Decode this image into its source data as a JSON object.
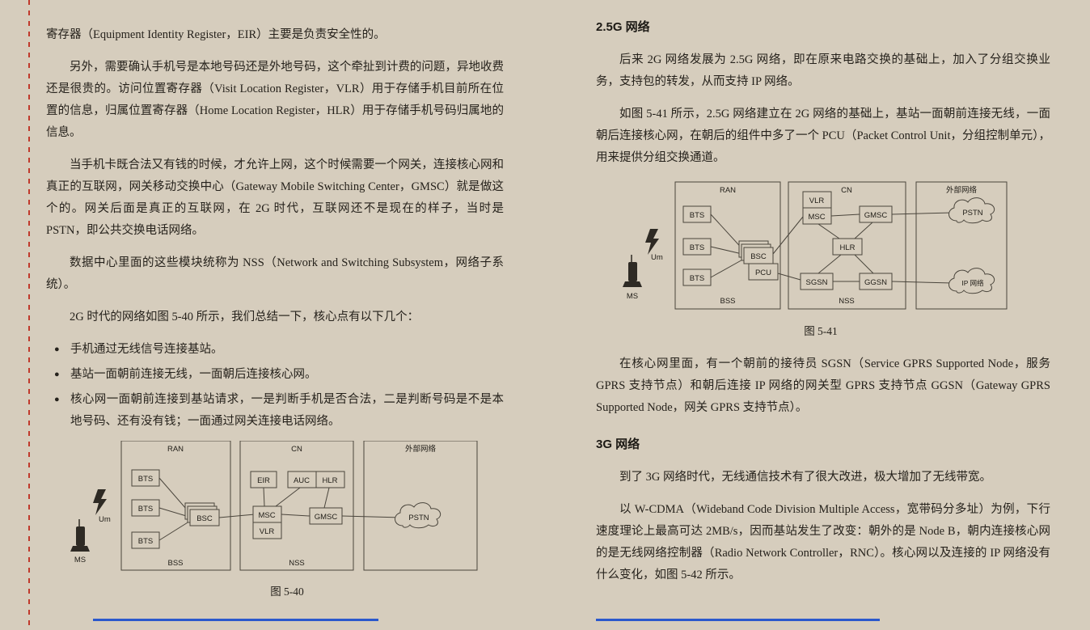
{
  "colors": {
    "page_background": "#d6cdbd",
    "progress_underline": "#2a58cc",
    "margin_guide": "#c0392b",
    "diagram_stroke": "#4a453c"
  },
  "left_page": {
    "paragraphs": [
      "寄存器（Equipment Identity Register，EIR）主要是负责安全性的。",
      "另外，需要确认手机号是本地号码还是外地号码，这个牵扯到计费的问题，异地收费还是很贵的。访问位置寄存器（Visit Location Register，VLR）用于存储手机目前所在位置的信息，归属位置寄存器（Home Location Register，HLR）用于存储手机号码归属地的信息。",
      "当手机卡既合法又有钱的时候，才允许上网，这个时候需要一个网关，连接核心网和真正的互联网，网关移动交换中心（Gateway Mobile Switching Center，GMSC）就是做这个的。网关后面是真正的互联网，在 2G 时代，互联网还不是现在的样子，当时是 PSTN，即公共交换电话网络。",
      "数据中心里面的这些模块统称为 NSS（Network and Switching Subsystem，网络子系统）。",
      "2G 时代的网络如图 5-40 所示，我们总结一下，核心点有以下几个："
    ],
    "bullet_char": "●",
    "bullets": [
      "手机通过无线信号连接基站。",
      "基站一面朝前连接无线，一面朝后连接核心网。",
      "核心网一面朝前连接到基站请求，一是判断手机是否合法，二是判断号码是不是本地号码、还有没有钱；一面通过网关连接电话网络。"
    ],
    "figure": {
      "caption": "图 5-40",
      "ran_label": "RAN",
      "cn_label": "CN",
      "ext_label": "外部网络",
      "bts": "BTS",
      "bsc": "BSC",
      "eir": "EIR",
      "auc": "AUC",
      "hlr": "HLR",
      "msc": "MSC",
      "vlr": "VLR",
      "gmsc": "GMSC",
      "pstn": "PSTN",
      "ms": "MS",
      "um": "Um",
      "bss": "BSS",
      "nss": "NSS"
    }
  },
  "right_page": {
    "section1_heading": "2.5G 网络",
    "p1": "后来 2G 网络发展为 2.5G 网络，即在原来电路交换的基础上，加入了分组交换业务，支持包的转发，从而支持 IP 网络。",
    "p2": "如图 5-41 所示，2.5G 网络建立在 2G 网络的基础上，基站一面朝前连接无线，一面朝后连接核心网，在朝后的组件中多了一个 PCU（Packet Control Unit，分组控制单元），用来提供分组交换通道。",
    "p3": "在核心网里面，有一个朝前的接待员 SGSN（Service GPRS Supported Node，服务 GPRS 支持节点）和朝后连接 IP 网络的网关型 GPRS 支持节点 GGSN（Gateway GPRS Supported Node，网关 GPRS 支持节点）。",
    "section2_heading": "3G 网络",
    "p4": "到了 3G 网络时代，无线通信技术有了很大改进，极大增加了无线带宽。",
    "p5": "以 W-CDMA（Wideband Code Division Multiple Access，宽带码分多址）为例，下行速度理论上最高可达 2MB/s，因而基站发生了改变：朝外的是 Node B，朝内连接核心网的是无线网络控制器（Radio Network Controller，RNC）。核心网以及连接的 IP 网络没有什么变化，如图 5-42 所示。",
    "figure": {
      "caption": "图 5-41",
      "ran_label": "RAN",
      "cn_label": "CN",
      "ext_label": "外部网络",
      "bts": "BTS",
      "bsc": "BSC",
      "pcu": "PCU",
      "vlr": "VLR",
      "msc": "MSC",
      "gmsc": "GMSC",
      "hlr": "HLR",
      "sgsn": "SGSN",
      "ggsn": "GGSN",
      "pstn": "PSTN",
      "ip_network": "IP 网络",
      "ms": "MS",
      "um": "Um",
      "bss": "BSS",
      "nss": "NSS"
    }
  }
}
